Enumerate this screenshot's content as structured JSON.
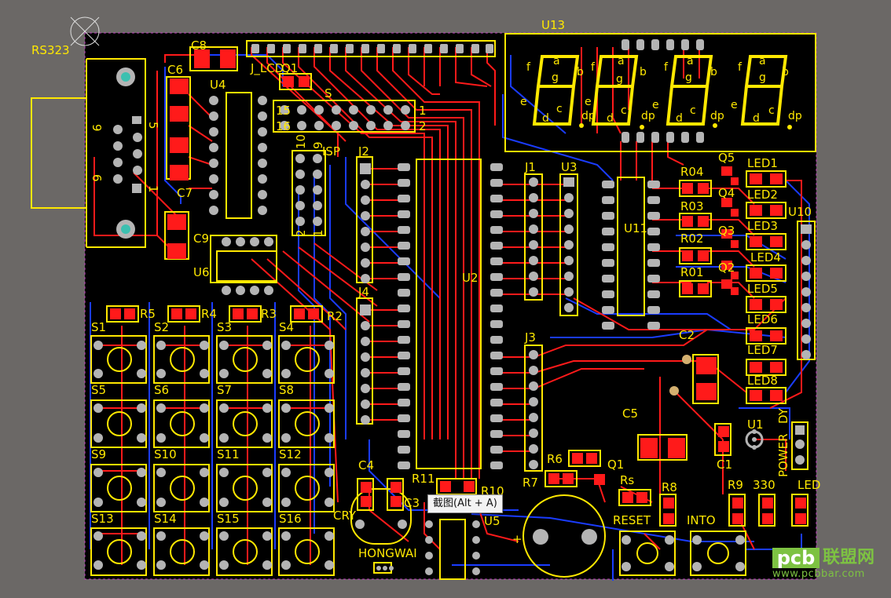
{
  "board": {
    "labels": {
      "rs323": "RS323",
      "u13": "U13",
      "c8": "C8",
      "j_lcd": "J_LCD",
      "q1_top": "Q1",
      "c6": "C6",
      "u4": "U4",
      "s_conn": "S",
      "c7": "C7",
      "isp": "ISP",
      "j2": "J2",
      "j1": "J1",
      "u3": "U3",
      "c9": "C9",
      "u6": "U6",
      "u11": "U11",
      "u10": "U10",
      "u2": "U2",
      "j4": "J4",
      "j3": "J3",
      "r04": "R04",
      "r03": "R03",
      "r02": "R02",
      "r01": "R01",
      "q5": "Q5",
      "q4": "Q4",
      "q3": "Q3",
      "q2": "Q2",
      "led1": "LED1",
      "led2": "LED2",
      "led3": "LED3",
      "led4": "LED4",
      "led5": "LED5",
      "led6": "LED6",
      "led7": "LED7",
      "led8": "LED8",
      "r5": "R5",
      "r4": "R4",
      "r3": "R3",
      "r2": "R2",
      "s1": "S1",
      "s2": "S2",
      "s3": "S3",
      "s4": "S4",
      "s5": "S5",
      "s6": "S6",
      "s7": "S7",
      "s8": "S8",
      "s9": "S9",
      "s10": "S10",
      "s11": "S11",
      "s12": "S12",
      "s13": "S13",
      "s14": "S14",
      "s15": "S15",
      "s16": "S16",
      "c2": "C2",
      "c5": "C5",
      "c1": "C1",
      "u1": "U1",
      "power": "POWER",
      "dy": "DY",
      "r6": "R6",
      "q1": "Q1",
      "r7": "R7",
      "rs": "Rs",
      "r8": "R8",
      "r9": "R9",
      "r330": "330",
      "led": "LED",
      "c4": "C4",
      "c3": "C3",
      "r11": "R11",
      "r10": "R10",
      "u5": "U5",
      "cry": "CRY",
      "hongwai": "HONGWAI",
      "reset": "RESET",
      "into": "INTO",
      "plus": "+",
      "pin1": "1",
      "pin2": "2",
      "pin15": "15",
      "pin16": "16",
      "pin5": "5",
      "pin6": "6",
      "pin9": "9",
      "pin1b": "1",
      "pin10": "10",
      "pin9b": "9",
      "pin2b": "2",
      "pin1c": "1"
    },
    "segments": {
      "a": "a",
      "b": "b",
      "c": "c",
      "d": "d",
      "e": "e",
      "f": "f",
      "g": "g",
      "dp": "dp"
    }
  },
  "tooltip": {
    "text": "截图(Alt + A)"
  },
  "watermark": {
    "brand": "pcb",
    "cn": "联盟网",
    "url": "www.pcbbar.com"
  },
  "colors": {
    "board": "#000000",
    "background": "#6b6866",
    "silk": "#ffe800",
    "top_copper": "#ff1a1a",
    "bottom_copper": "#1a3cff",
    "pad": "#b4b4b4"
  }
}
